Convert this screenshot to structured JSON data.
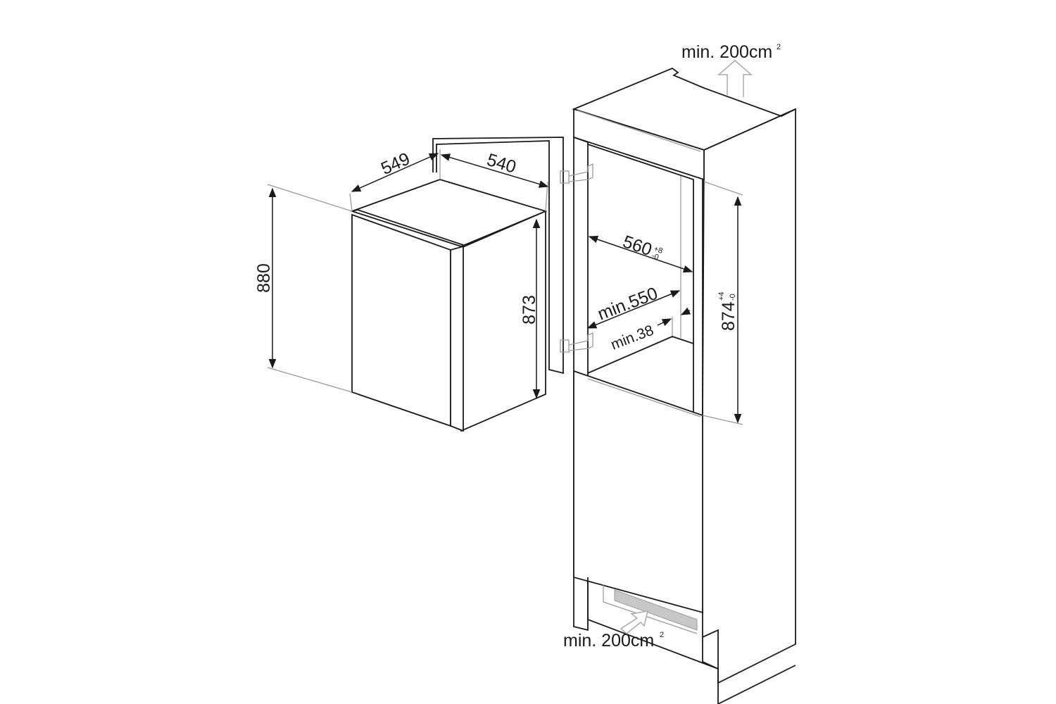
{
  "diagram": {
    "vent_top": {
      "label": "min. 200cm",
      "sup": "2"
    },
    "vent_bottom": {
      "label": "min. 200cm",
      "sup": "2"
    },
    "appliance": {
      "height": "880",
      "depth": "549",
      "width": "540",
      "door_height": "873"
    },
    "niche": {
      "width": "560",
      "width_tol_plus": "+8",
      "width_tol_minus": "-0",
      "height": "874",
      "height_tol_plus": "+4",
      "height_tol_minus": "-0",
      "min_depth": "min.550",
      "min_gap": "min.38"
    },
    "colors": {
      "line": "#1a1a1a",
      "grey": "#9a9a9a",
      "vent": "#c8c8c8"
    }
  }
}
